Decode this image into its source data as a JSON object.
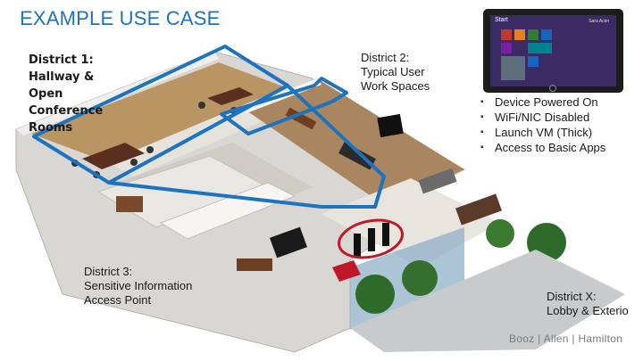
{
  "title": "EXAMPLE USE CASE",
  "districts": {
    "d1": {
      "lines": [
        "District 1:",
        "Hallway &",
        "Open",
        "Conference",
        "Rooms"
      ]
    },
    "d2": {
      "lines": [
        "District 2:",
        "Typical User",
        "Work Spaces"
      ]
    },
    "d3": {
      "lines": [
        "District 3:",
        "Sensitive Information",
        "Access Point"
      ]
    },
    "dx": {
      "lines": [
        "District X:",
        "Lobby & Exterio"
      ]
    }
  },
  "bullets": [
    "Device Powered On",
    "WiFi/NIC Disabled",
    "Launch VM (Thick)",
    "Access to Basic Apps"
  ],
  "tablet": {
    "start_label": "Start",
    "user_label": "Sara Ackn"
  },
  "logo_text": "Booz | Allen | Hamilton",
  "colors": {
    "accent": "#1e73be",
    "highlight_ellipse": "#c0182a",
    "tile_colors": [
      "#c0392b",
      "#e67e22",
      "#2e7d32",
      "#1565c0",
      "#7b1fa2",
      "#00838f"
    ]
  }
}
